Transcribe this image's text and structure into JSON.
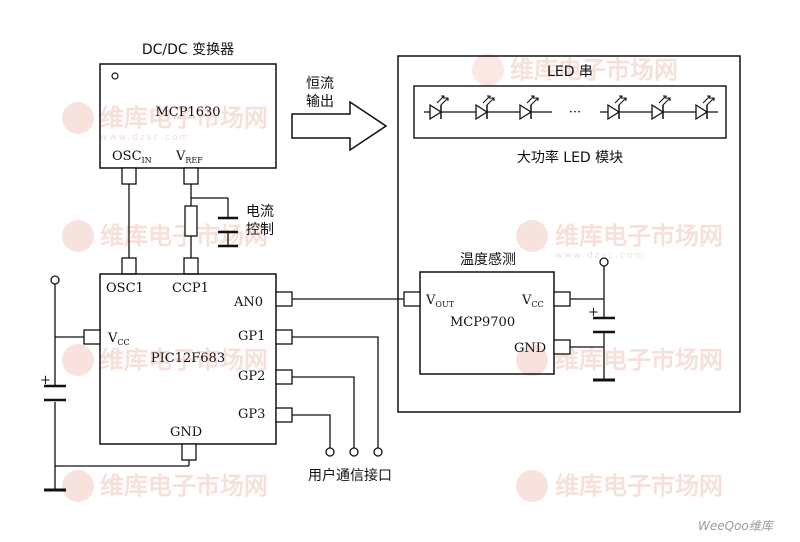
{
  "dcdc": {
    "title": "DC/DC 变换器",
    "chip": "MCP1630",
    "pin_osc": "OSC",
    "pin_osc_sub": "IN",
    "pin_vref": "V",
    "pin_vref_sub": "REF"
  },
  "output_label": [
    "恒流",
    "输出"
  ],
  "current_control": [
    "电流",
    "控制"
  ],
  "mcu": {
    "chip": "PIC12F683",
    "pin_osc1": "OSC1",
    "pin_ccp1": "CCP1",
    "pin_an0": "AN0",
    "pin_gp1": "GP1",
    "pin_gp2": "GP2",
    "pin_gp3": "GP3",
    "pin_gnd": "GND",
    "pin_vcc": "V",
    "pin_vcc_sub": "CC"
  },
  "led_string": {
    "title": "LED 串",
    "ellipsis": "···",
    "module": "大功率 LED 模块"
  },
  "temp": {
    "title": "温度感测",
    "chip": "MCP9700",
    "pin_vout": "V",
    "pin_vout_sub": "OUT",
    "pin_vcc": "V",
    "pin_vcc_sub": "CC",
    "pin_gnd": "GND"
  },
  "user_interface": "用户通信接口",
  "watermark": {
    "brand": "维库电子市场网",
    "url": "www.dzsc.com",
    "corner": "WeeQoo维库"
  }
}
